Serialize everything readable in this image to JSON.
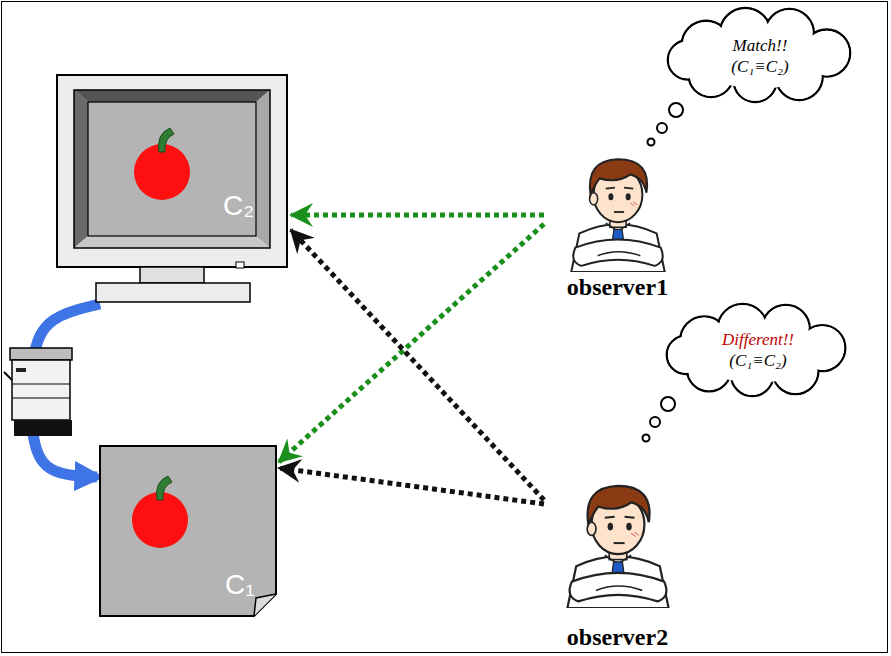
{
  "diagram": {
    "nodes": [
      {
        "text": [
          "C₂"
        ]
      },
      {
        "text": [
          "C₁"
        ]
      },
      {
        "text": [
          "observer1"
        ]
      },
      {
        "text": [
          "Match!!",
          "(C₁≡C₂)"
        ]
      },
      {
        "text": [
          "observer2"
        ]
      },
      {
        "text": [
          "Different!!",
          "(C₁≡C₂)"
        ]
      }
    ],
    "edges": [
      {
        "from": 2,
        "to": 0,
        "arrow": "to"
      },
      {
        "from": 2,
        "to": 1,
        "arrow": "to"
      },
      {
        "from": 4,
        "to": 0,
        "arrow": "to"
      },
      {
        "from": 4,
        "to": 1,
        "arrow": "to"
      },
      {
        "from": 0,
        "to": 1,
        "arrow": "to"
      }
    ]
  }
}
